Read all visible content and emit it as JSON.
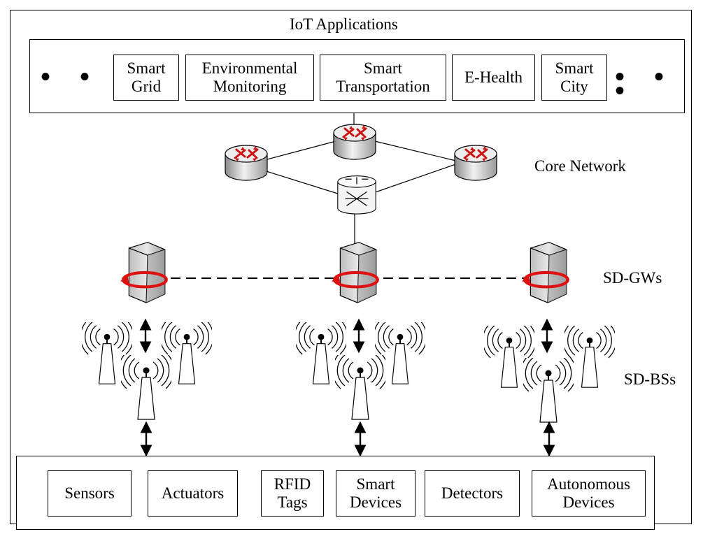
{
  "title": "IoT Applications",
  "applications": [
    {
      "line1": "Smart",
      "line2": "Grid"
    },
    {
      "line1": "Environmental",
      "line2": "Monitoring"
    },
    {
      "line1": "Smart",
      "line2": "Transportation"
    },
    {
      "line1": "E-Health",
      "line2": ""
    },
    {
      "line1": "Smart",
      "line2": "City"
    }
  ],
  "ellipsis": "• • •",
  "layers": {
    "core": "Core Network",
    "gateways": "SD-GWs",
    "base_stations": "SD-BSs"
  },
  "devices": [
    {
      "line1": "Sensors",
      "line2": ""
    },
    {
      "line1": "Actuators",
      "line2": ""
    },
    {
      "line1": "RFID",
      "line2": "Tags"
    },
    {
      "line1": "Smart",
      "line2": "Devices"
    },
    {
      "line1": "Detectors",
      "line2": ""
    },
    {
      "line1": "Autonomous",
      "line2": "Devices"
    }
  ],
  "icons": {
    "router": "router-icon",
    "switch": "switch-icon",
    "gateway": "server-icon",
    "base_station": "antenna-icon"
  },
  "colors": {
    "router_arrow": "#cc1111",
    "gateway_ring": "#dd1111"
  }
}
